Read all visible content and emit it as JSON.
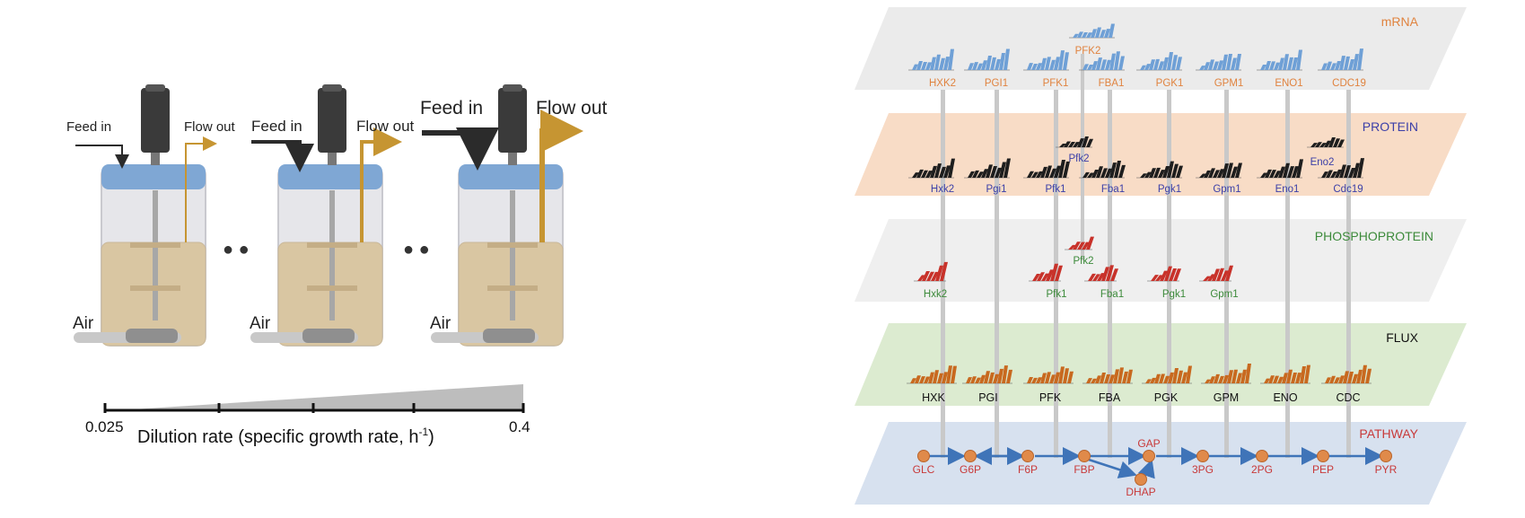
{
  "bioreactors": {
    "feed_label": "Feed in",
    "flow_label": "Flow out",
    "air_label": "Air",
    "separator": "● ●",
    "dilution": {
      "min_label": "0.025",
      "max_label": "0.4",
      "axis_label_main": "Dilution rate (specific growth rate, h",
      "axis_label_sup": "-1",
      "axis_label_end": ")"
    },
    "colors": {
      "lid": "#7fa7d4",
      "culture": "#d9c6a2",
      "headspace": "#e6e6ea",
      "flow": "#c69532",
      "feed": "#2b2b2b"
    }
  },
  "layers": [
    {
      "key": "mrna",
      "title": "mRNA",
      "color": "#e0833f",
      "fill": "#ebebeb",
      "labels": [
        "HXK2",
        "PGI1",
        "PFK1",
        "FBA1",
        "PGK1",
        "GPM1",
        "ENO1",
        "CDC19"
      ],
      "extra_label": "PFK2",
      "bar_color": "#6fa0d6"
    },
    {
      "key": "protein",
      "title": "PROTEIN",
      "color": "#3b3fa8",
      "fill": "#f8dcc6",
      "labels": [
        "Hxk2",
        "Pgi1",
        "Pfk1",
        "Fba1",
        "Pgk1",
        "Gpm1",
        "Eno1",
        "Cdc19"
      ],
      "extra_labels": [
        "Pfk2",
        "Eno2"
      ],
      "bar_color": "#1e1e1e"
    },
    {
      "key": "phospho",
      "title": "PHOSPHOPROTEIN",
      "color": "#3c8a3a",
      "fill": "#efefef",
      "labels": [
        "Hxk2",
        "Pfk1",
        "Fba1",
        "Pgk1",
        "Gpm1"
      ],
      "extra_label": "Pfk2",
      "bar_color": "#c8322a"
    },
    {
      "key": "flux",
      "title": "FLUX",
      "color": "#111111",
      "fill": "#dcebd0",
      "labels": [
        "HXK",
        "PGI",
        "PFK",
        "FBA",
        "PGK",
        "GPM",
        "ENO",
        "CDC"
      ],
      "bar_color": "#c8691f"
    },
    {
      "key": "pathway",
      "title": "PATHWAY",
      "color": "#c83a3a",
      "fill": "#d7e1ef",
      "labels": [
        "GLC",
        "G6P",
        "F6P",
        "FBP",
        "GAP",
        "DHAP",
        "3PG",
        "2PG",
        "PEP",
        "PYR"
      ],
      "node_color": "#e08a4a",
      "arrow_color": "#3f74b8"
    }
  ]
}
